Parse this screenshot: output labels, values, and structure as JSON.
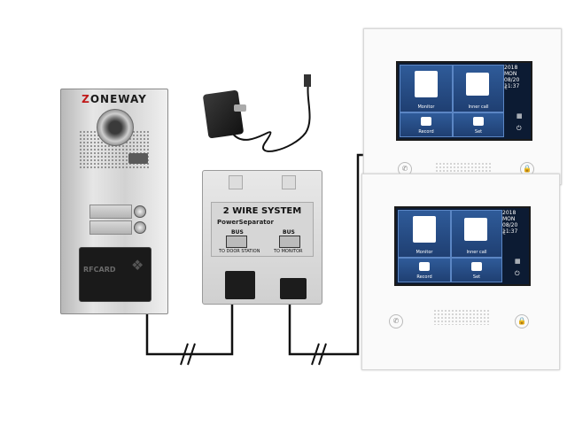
{
  "door_station": {
    "brand_prefix": "Z",
    "brand_rest": "ONEWAY",
    "rfid_label": "RFCARD"
  },
  "power_separator": {
    "title": "2 WIRE SYSTEM",
    "subtitle": "PowerSeparator",
    "bus_left": "BUS",
    "bus_right": "BUS",
    "caption_left": "TO DOOR STATION",
    "caption_right": "TO MONITOR"
  },
  "monitor_top": {
    "tiles": [
      "Monitor",
      "Inner call",
      "Record",
      "Set"
    ],
    "year": "2018",
    "weekday": "MON",
    "date": "08/20",
    "time": "11:37"
  },
  "monitor_bottom": {
    "tiles": [
      "Monitor",
      "Inner call",
      "Record",
      "Set"
    ],
    "year": "2018",
    "weekday": "MON",
    "date": "08/20",
    "time": "11:37"
  },
  "colors": {
    "brand_red": "#c01818",
    "screen_blue": "#2f5b99",
    "wire": "#111111"
  },
  "icons": [
    "camera-icon",
    "rfid-card-icon",
    "person-icon",
    "house-icon",
    "play-icon",
    "gear-icon",
    "power-icon",
    "moon-icon",
    "phone-icon",
    "lock-icon"
  ]
}
